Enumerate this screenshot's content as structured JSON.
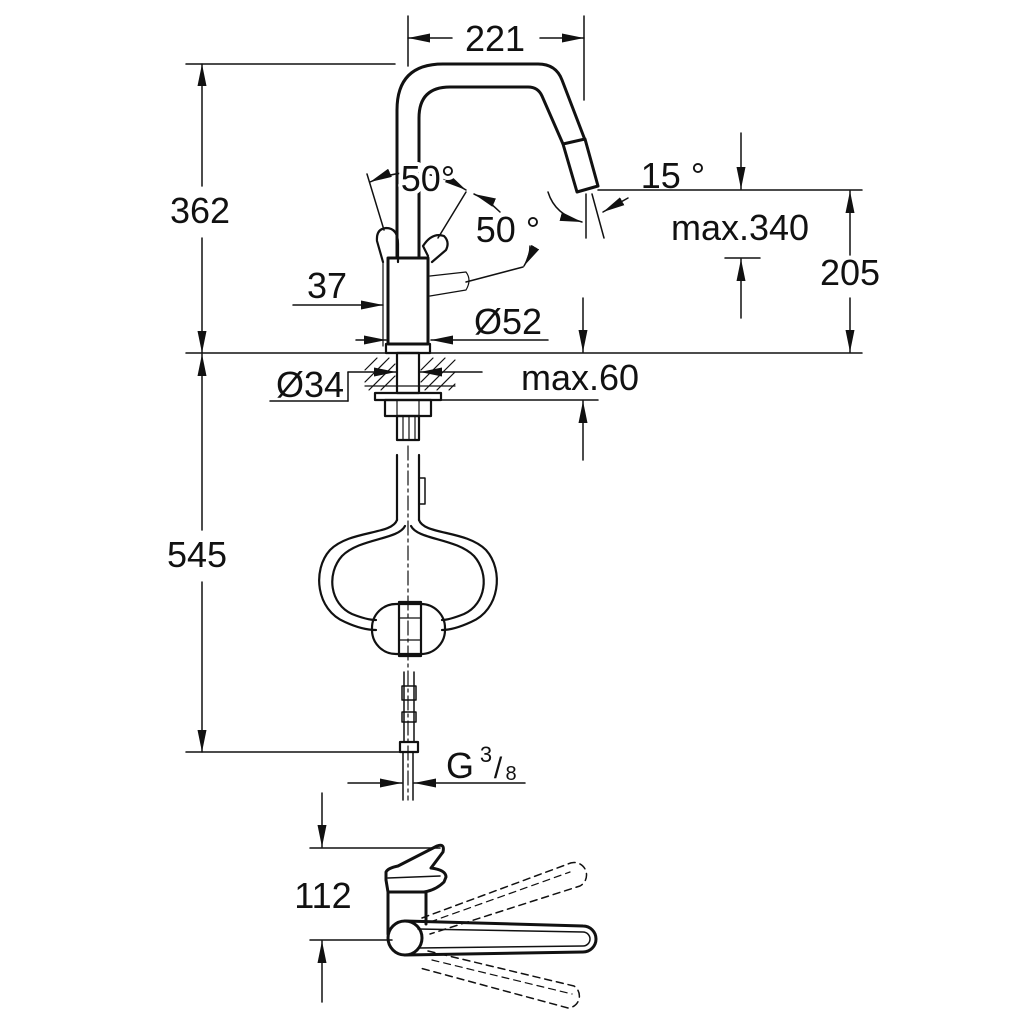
{
  "front_view": {
    "dim_221": "221",
    "dim_362": "362",
    "angle_lever_1": "50°",
    "angle_lever_2": "50 °",
    "angle_spray": "15 °",
    "dim_max340": "max.340",
    "dim_205": "205",
    "dim_37": "37",
    "dim_d52": "Ø52",
    "dim_d34": "Ø34",
    "dim_max60": "max.60",
    "dim_545": "545",
    "thread": {
      "letter": "G",
      "numerator": "3",
      "slash": "/",
      "denominator": "8"
    }
  },
  "side_view": {
    "dim_112": "112"
  },
  "colors": {
    "ink": "#111111",
    "paper": "#ffffff"
  }
}
